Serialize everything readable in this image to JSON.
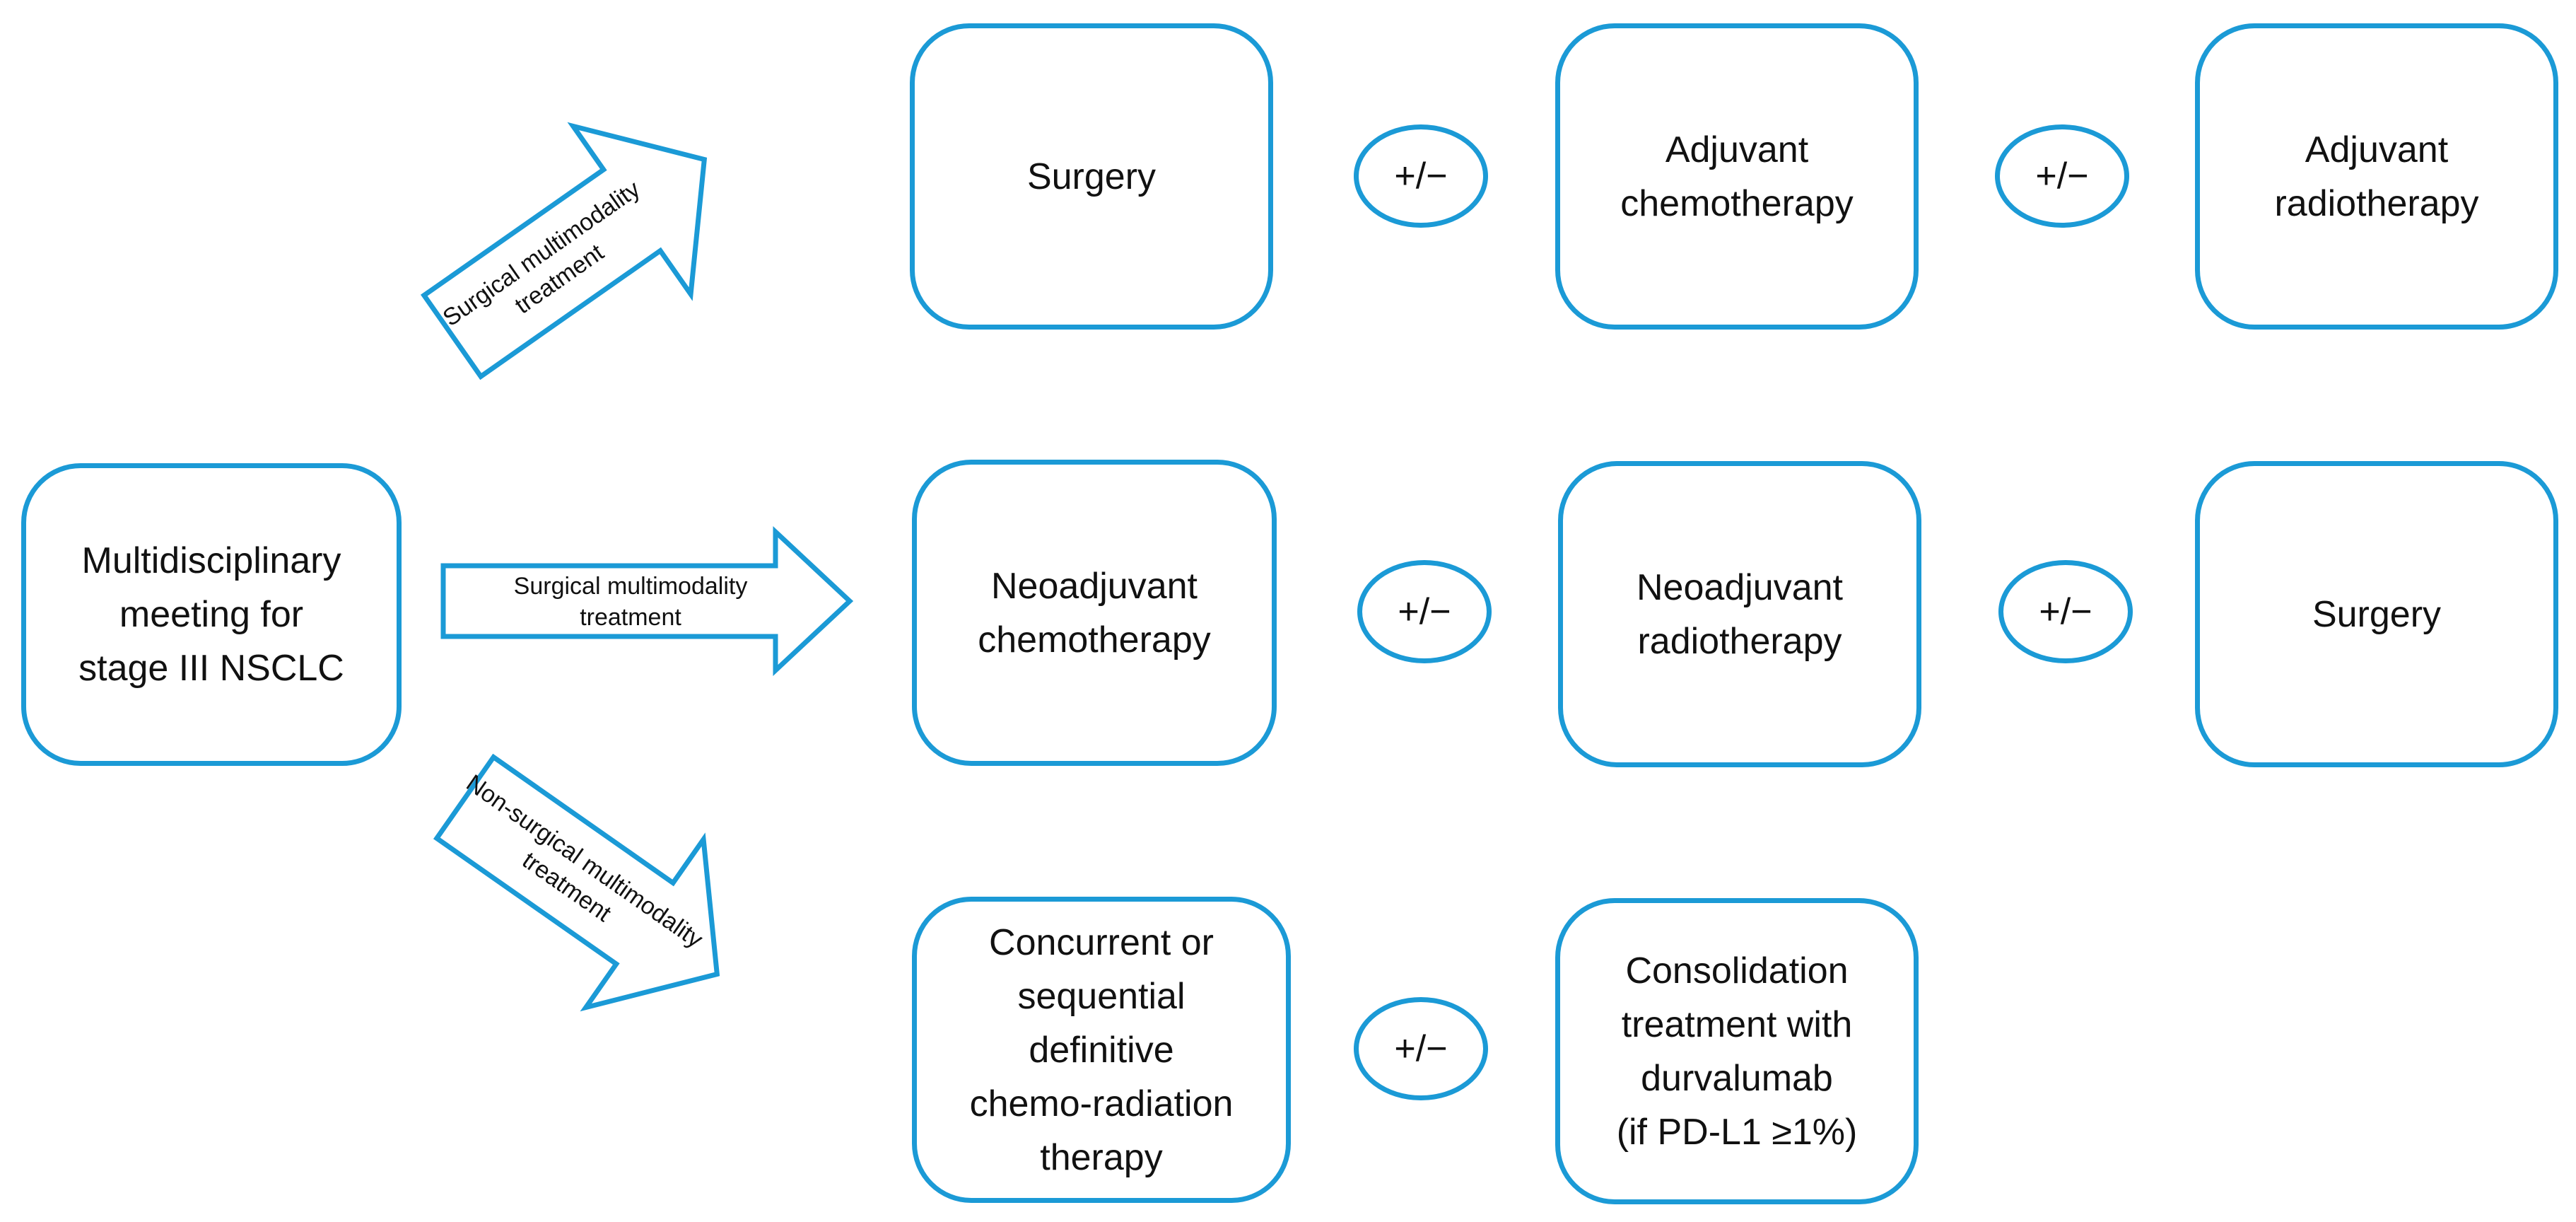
{
  "colors": {
    "accent": "#1b9ad6",
    "text": "#111111",
    "background": "#ffffff"
  },
  "start": {
    "lines": [
      "Multidisciplinary",
      "meeting for",
      "stage III NSCLC"
    ]
  },
  "arrows": {
    "upper": {
      "lines": [
        "Surgical multimodality",
        "treatment"
      ]
    },
    "middle": {
      "lines": [
        "Surgical multimodality",
        "treatment"
      ]
    },
    "lower": {
      "lines": [
        "Non-surgical multimodality",
        "treatment"
      ]
    }
  },
  "rows": {
    "row1": {
      "step1": {
        "lines": [
          "Surgery"
        ]
      },
      "step2": {
        "lines": [
          "Adjuvant",
          "chemotherapy"
        ]
      },
      "step3": {
        "lines": [
          "Adjuvant",
          "radiotherapy"
        ]
      }
    },
    "row2": {
      "step1": {
        "lines": [
          "Neoadjuvant",
          "chemotherapy"
        ]
      },
      "step2": {
        "lines": [
          "Neoadjuvant",
          "radiotherapy"
        ]
      },
      "step3": {
        "lines": [
          "Surgery"
        ]
      }
    },
    "row3": {
      "step1": {
        "lines": [
          "Concurrent or",
          "sequential",
          "definitive",
          "chemo-radiation",
          "therapy"
        ]
      },
      "step2": {
        "lines": [
          "Consolidation",
          "treatment with",
          "durvalumab",
          "(if PD-L1 ≥1%)"
        ]
      }
    }
  },
  "connector_symbol": "+/−"
}
